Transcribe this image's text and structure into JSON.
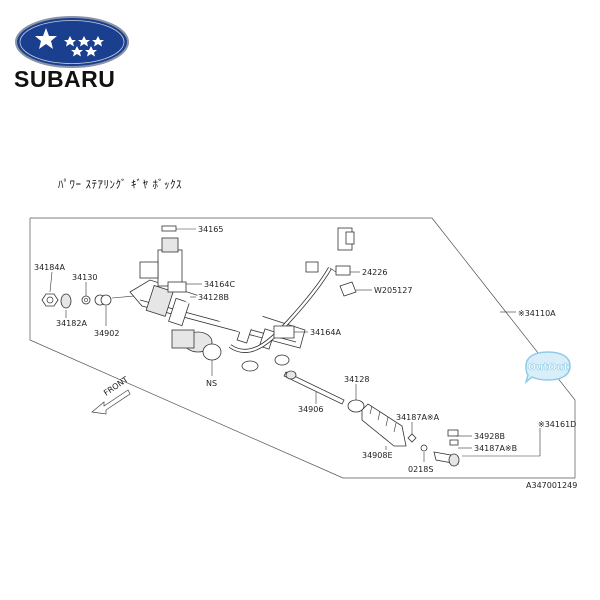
{
  "brand": {
    "name": "SUBARU",
    "logo_icon": "subaru-pleiades-logo-icon",
    "logo_color": "#1b3f8f"
  },
  "diagram": {
    "title": "ﾊﾟﾜｰ ｽﾃｱﾘﾝｸﾞ ｷﾞﾔ ﾎﾞｯｸｽ",
    "ref_code": "A347001249",
    "front_label": "FRONT",
    "labels": {
      "p34165": "34165",
      "p34184A": "34184A",
      "p34130": "34130",
      "p34164C": "34164C",
      "p34128B": "34128B",
      "p34182A": "34182A",
      "p34902": "34902",
      "p24226": "24226",
      "pW205127": "W205127",
      "p34110A": "※34110A",
      "p34164A": "34164A",
      "pNS": "NS",
      "p34128": "34128",
      "p34906": "34906",
      "p34187AA": "34187A※A",
      "p34908E": "34908E",
      "p0218S": "0218S",
      "p34928B": "34928B",
      "p34161D": "※34161D",
      "p34187AB": "34187A※B"
    }
  },
  "watermark": {
    "text": "OutOut",
    "color": "#8fcbe8"
  }
}
